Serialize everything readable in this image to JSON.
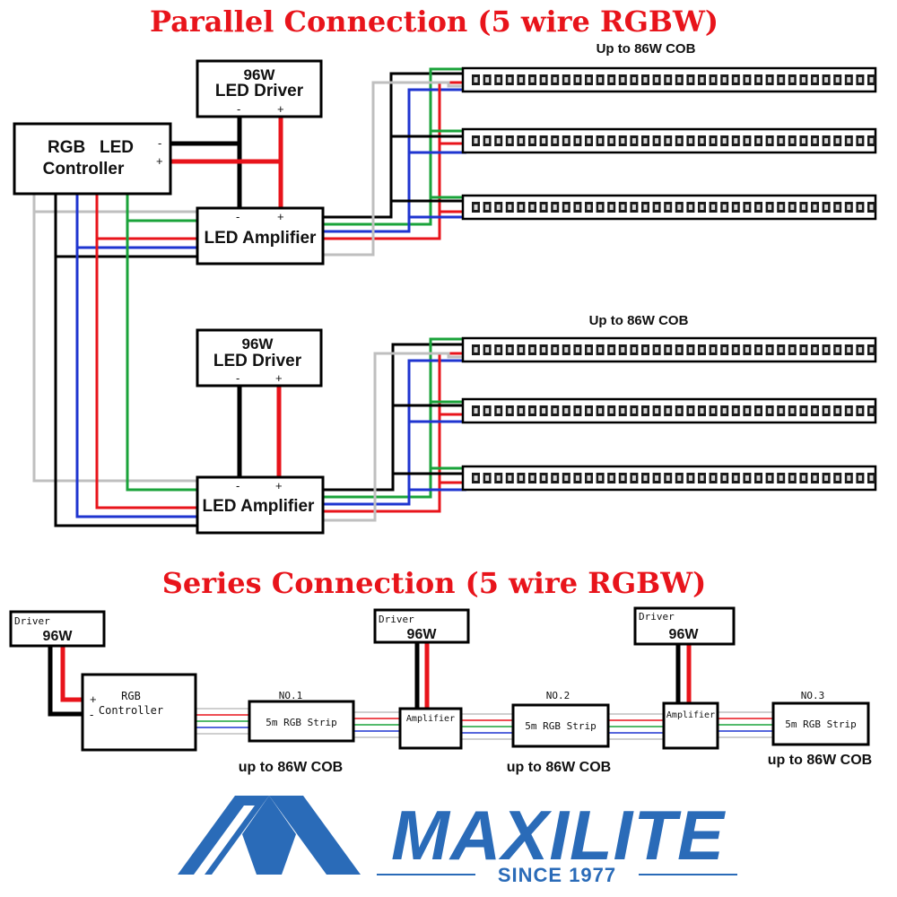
{
  "parallel": {
    "title": "Parallel Connection (5 wire RGBW)",
    "controller_line1": "RGB   LED",
    "controller_line2": "Controller",
    "driver_line1": "96W",
    "driver_line2": "LED Driver",
    "amplifier_label": "LED Amplifier",
    "strip_caption": "Up to 86W COB",
    "minus": "-",
    "plus": "+"
  },
  "series": {
    "title": "Series Connection (5 wire RGBW)",
    "driver_label": "Driver",
    "driver_watt": "96W",
    "controller_line1": "RGB",
    "controller_line2": "Controller",
    "amplifier_label": "Amplifier",
    "strip_label": "5m RGB Strip",
    "strip_numbers": [
      "NO.1",
      "NO.2",
      "NO.3"
    ],
    "caption": "up to 86W COB",
    "plus": "+",
    "minus": "-"
  },
  "logo": {
    "brand": "MAXILITE",
    "tagline": "SINCE 1977",
    "brand_color": "#2a6bb8"
  },
  "wire_colors": {
    "black": "#000000",
    "red": "#e8141b",
    "green": "#1aa33a",
    "blue": "#1f35d0",
    "white": "#bfbfbf"
  }
}
